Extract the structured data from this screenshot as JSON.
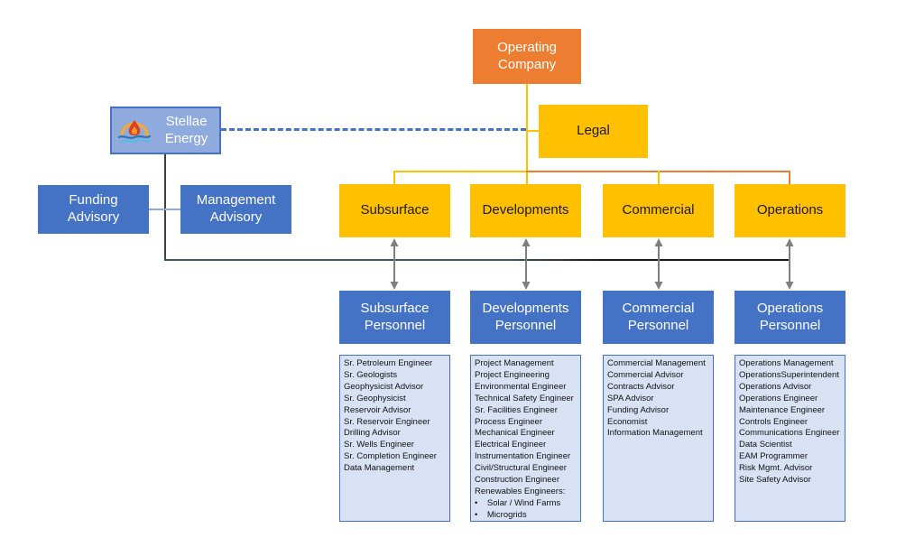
{
  "org": {
    "operating_company": "Operating Company",
    "legal": "Legal",
    "stellae_energy": "Stellae Energy",
    "funding_advisory": "Funding Advisory",
    "management_advisory": "Management Advisory"
  },
  "departments": [
    {
      "id": "subsurface",
      "label": "Subsurface",
      "personnel": "Subsurface Personnel",
      "roles": [
        "Sr. Petroleum Engineer",
        "Sr. Geologists",
        "Geophysicist Advisor",
        "Sr. Geophysicist",
        "Reservoir Advisor",
        "Sr. Reservoir Engineer",
        "Drilling Advisor",
        "Sr. Wells Engineer",
        "Sr. Completion Engineer",
        "Data Management"
      ]
    },
    {
      "id": "developments",
      "label": "Developments",
      "personnel": "Developments Personnel",
      "roles": [
        "Project Management",
        "Project Engineering",
        "Environmental Engineer",
        "Technical Safety Engineer",
        "Sr. Facilities Engineer",
        "Process Engineer",
        "Mechanical Engineer",
        "Electrical Engineer",
        "Instrumentation Engineer",
        "Civil/Structural Engineer",
        "Construction Engineer",
        "Renewables Engineers:",
        "•    Solar / Wind Farms",
        "•    Microgrids"
      ]
    },
    {
      "id": "commercial",
      "label": "Commercial",
      "personnel": "Commercial Personnel",
      "roles": [
        "Commercial Management",
        "Commercial Advisor",
        "Contracts Advisor",
        "SPA Advisor",
        "Funding Advisor",
        "Economist",
        "Information Management"
      ]
    },
    {
      "id": "operations",
      "label": "Operations",
      "personnel": "Operations Personnel",
      "roles": [
        "Operations Management",
        "OperationsSuperintendent",
        "Operations Advisor",
        "Operations Engineer",
        "Maintenance Engineer",
        "Controls Engineer",
        "Communications Engineer",
        "Data Scientist",
        "EAM Programmer",
        "Risk Mgmt. Advisor",
        "Site Safety Advisor"
      ]
    }
  ],
  "colors": {
    "orange": "#ED7D31",
    "gold": "#FFC000",
    "blue": "#4472C4",
    "stellae_fill": "#8FAADC",
    "list_fill": "#D9E2F5",
    "arrow_gray": "#7F7F7F",
    "dark_line": "#404040",
    "slate_line": "#44546A"
  }
}
